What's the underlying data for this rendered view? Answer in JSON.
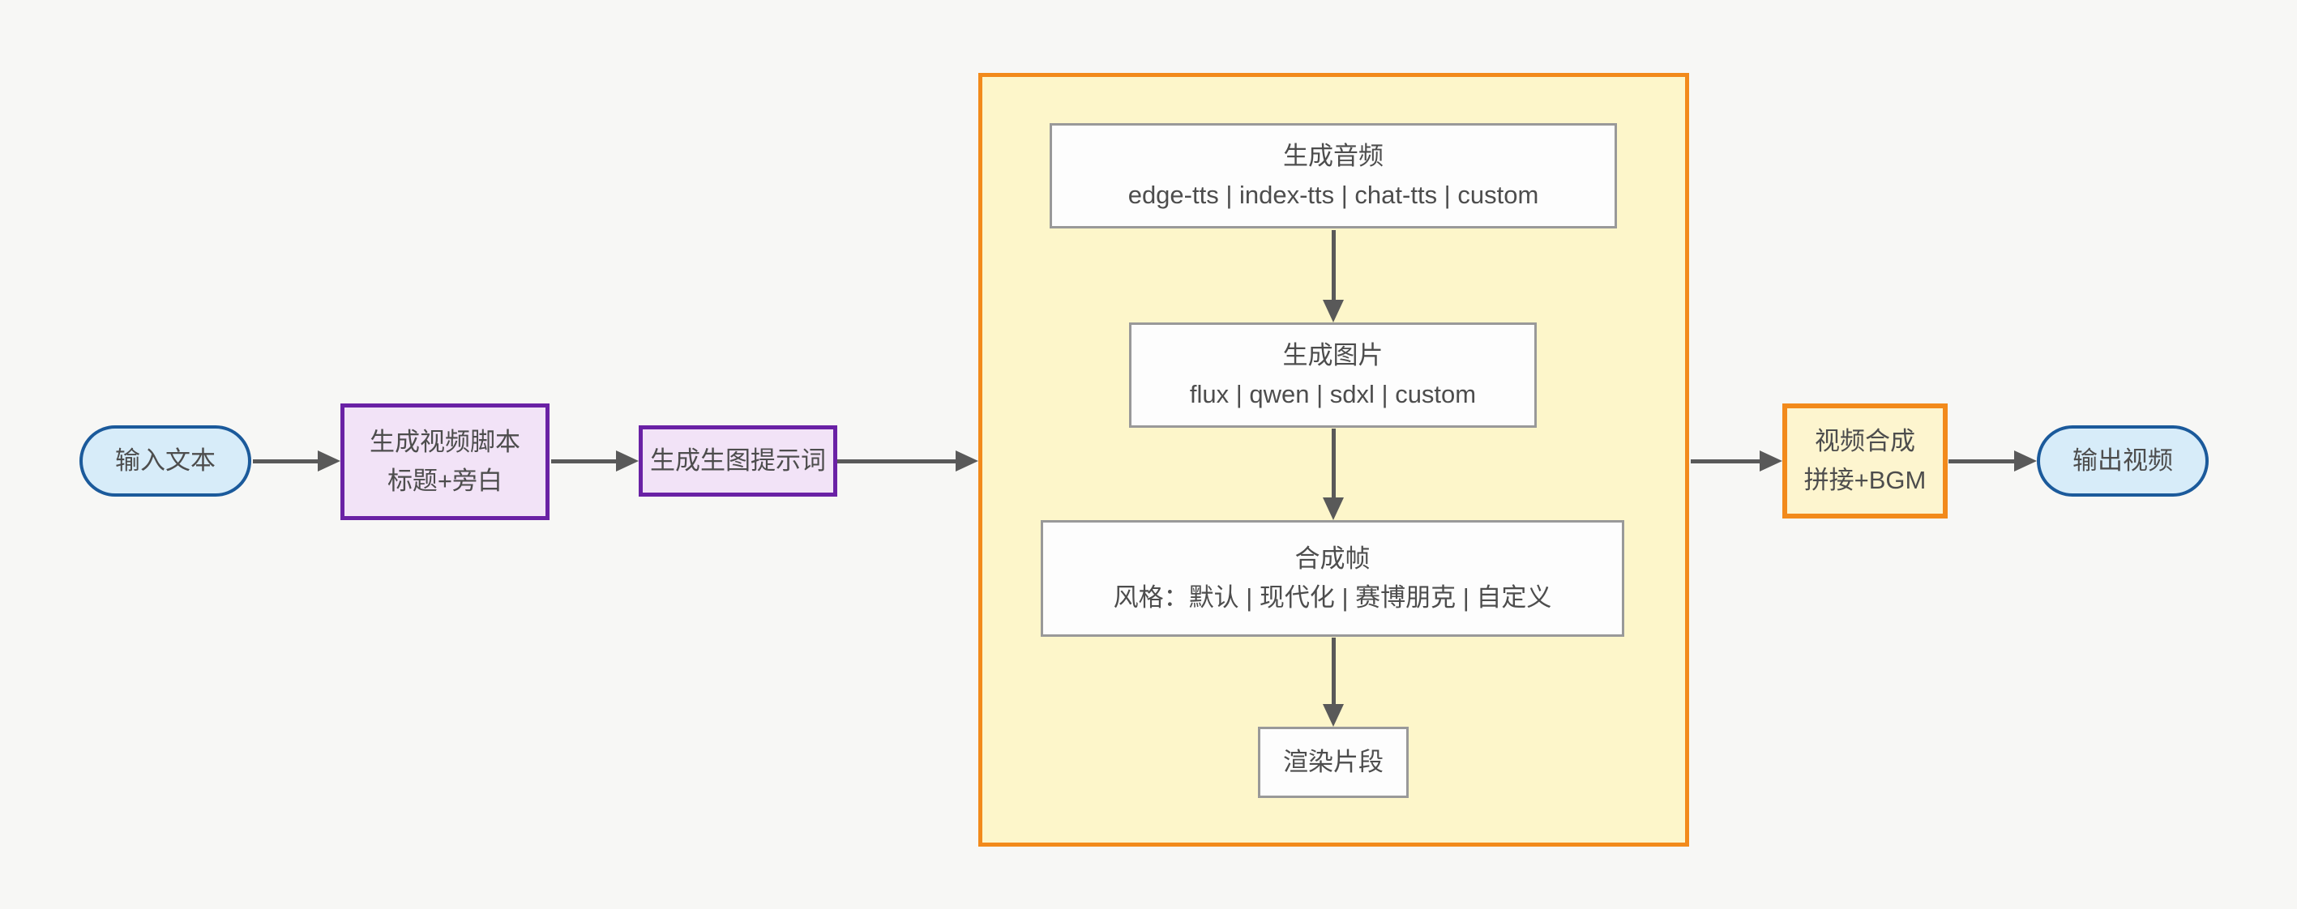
{
  "diagram": {
    "type": "flowchart-left-to-right",
    "style": {
      "background": "#f7f7f5",
      "text_color": "#4d4d4d",
      "arrow_color": "#595959",
      "pill_fill": "#d7ecf9",
      "pill_border": "#1b5a9b",
      "purple_fill": "#f2e3f7",
      "purple_border": "#6a21a5",
      "subgraph_fill": "#fdf6ca",
      "subgraph_border": "#f28a1b",
      "white_box_fill": "#fdfdfd",
      "white_box_border": "#999999",
      "orange_box_fill": "#fdf5cf",
      "orange_box_border": "#f28a1b"
    },
    "nodes": {
      "input": {
        "label": "输入文本"
      },
      "script": {
        "line1": "生成视频脚本",
        "line2": "标题+旁白"
      },
      "prompt": {
        "label": "生成生图提示词"
      },
      "audio": {
        "line1": "生成音频",
        "line2": "edge-tts | index-tts | chat-tts | custom"
      },
      "image": {
        "line1": "生成图片",
        "line2": "flux | qwen | sdxl | custom"
      },
      "frame": {
        "line1": "合成帧",
        "line2": "风格：默认 | 现代化 | 赛博朋克 | 自定义"
      },
      "render": {
        "label": "渲染片段"
      },
      "compose": {
        "line1": "视频合成",
        "line2": "拼接+BGM"
      },
      "output": {
        "label": "输出视频"
      }
    },
    "edges": [
      {
        "from": "input",
        "to": "script"
      },
      {
        "from": "script",
        "to": "prompt"
      },
      {
        "from": "prompt",
        "to": "per-segment-subgraph"
      },
      {
        "from": "audio",
        "to": "image"
      },
      {
        "from": "image",
        "to": "frame"
      },
      {
        "from": "frame",
        "to": "render"
      },
      {
        "from": "per-segment-subgraph",
        "to": "compose"
      },
      {
        "from": "compose",
        "to": "output"
      }
    ]
  }
}
